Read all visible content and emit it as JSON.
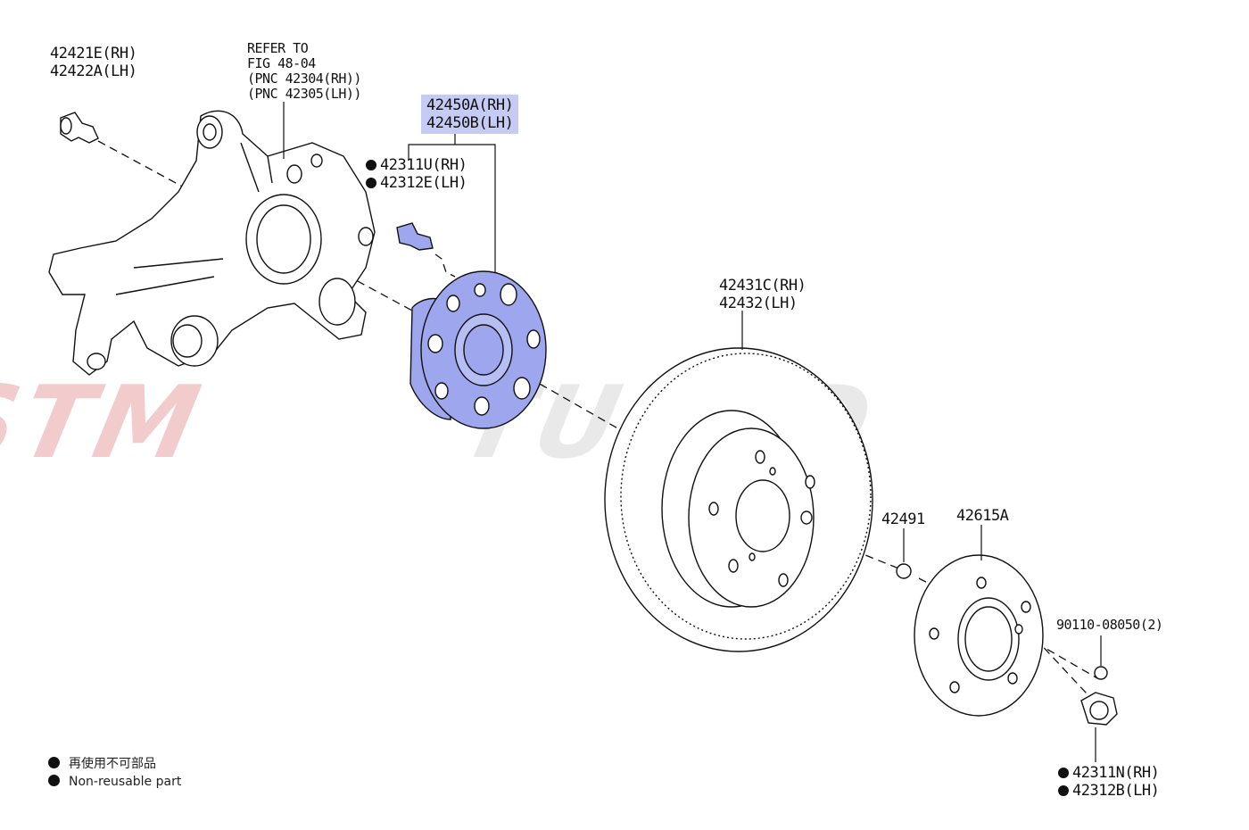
{
  "watermark": {
    "part1": "STM",
    "part2": "TUNED",
    "color1": "#e8a2a2",
    "color2": "#d9d9d9"
  },
  "highlight_color": "#c6cbf3",
  "labels": {
    "bolt_knuckle": {
      "rh": "42421E(RH)",
      "lh": "42422A(LH)"
    },
    "refer": {
      "l1": "REFER TO",
      "l2": "FIG 48-04",
      "l3": "(PNC 42304(RH))",
      "l4": "(PNC 42305(LH))"
    },
    "hub": {
      "rh": "42450A(RH)",
      "lh": "42450B(LH)"
    },
    "hub_bolt": {
      "rh": "42311U(RH)",
      "lh": "42312E(LH)"
    },
    "disc": {
      "rh": "42431C(RH)",
      "lh": "42432(LH)"
    },
    "plug": "42491",
    "backing": "42615A",
    "screw": "90110-08050(2)",
    "nut": {
      "rh": "42311N(RH)",
      "lh": "42312B(LH)"
    }
  },
  "legend": {
    "jp": "再使用不可部品",
    "en": "Non-reusable part"
  }
}
